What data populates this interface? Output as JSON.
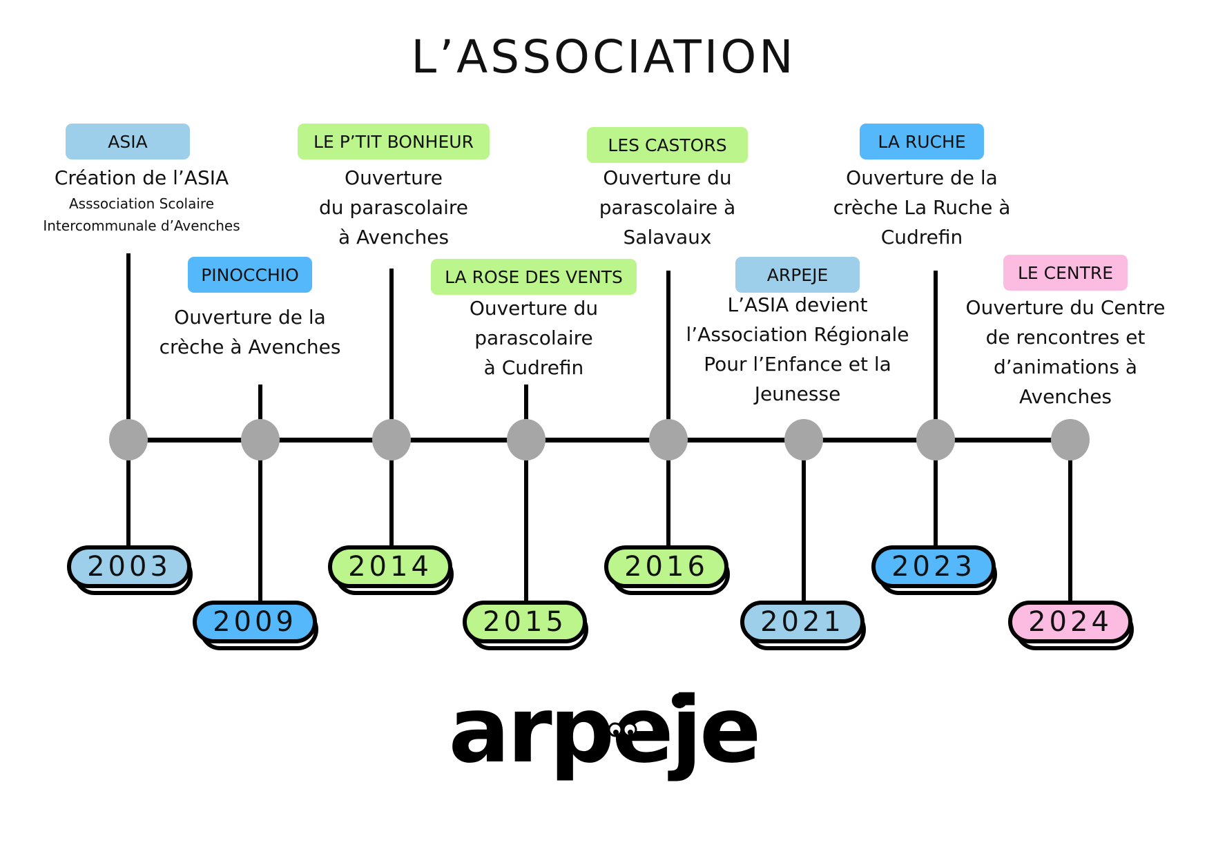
{
  "title": "L’ASSOCIATION",
  "colors": {
    "light_blue": "#9ecfea",
    "blue": "#55b8fb",
    "green": "#bdf58d",
    "pink": "#fcbbe0",
    "dot": "#a6a6a6",
    "line": "#000000"
  },
  "events": [
    {
      "year": "2003",
      "tag": "ASIA",
      "color": "light_blue",
      "lines": [
        "Création de l’ASIA"
      ],
      "small_lines": [
        "Asssociation Scolaire",
        "Intercommunale d’Avenches"
      ]
    },
    {
      "year": "2009",
      "tag": "PINOCCHIO",
      "color": "blue",
      "lines": [
        "Ouverture de la",
        "crèche à Avenches"
      ]
    },
    {
      "year": "2014",
      "tag": "LE P’TIT BONHEUR",
      "color": "green",
      "lines": [
        "Ouverture",
        "du parascolaire",
        "à Avenches"
      ]
    },
    {
      "year": "2015",
      "tag": "LA ROSE DES VENTS",
      "color": "green",
      "lines": [
        "Ouverture du",
        "parascolaire",
        "à Cudrefin"
      ]
    },
    {
      "year": "2016",
      "tag": "LES CASTORS",
      "color": "green",
      "lines": [
        "Ouverture du",
        "parascolaire à",
        "Salavaux"
      ]
    },
    {
      "year": "2021",
      "tag": "ARPEJE",
      "color": "light_blue",
      "lines": [
        "L’ASIA devient",
        "l’Association Régionale",
        "Pour l’Enfance et la",
        "Jeunesse"
      ]
    },
    {
      "year": "2023",
      "tag": "LA RUCHE",
      "color": "blue",
      "lines": [
        "Ouverture de la",
        "crèche La Ruche à",
        "Cudrefin"
      ]
    },
    {
      "year": "2024",
      "tag": "LE CENTRE",
      "color": "pink",
      "lines": [
        "Ouverture du Centre",
        "de rencontres et",
        "d’animations à",
        "Avenches"
      ]
    }
  ],
  "logo": {
    "text": "arpeje"
  }
}
